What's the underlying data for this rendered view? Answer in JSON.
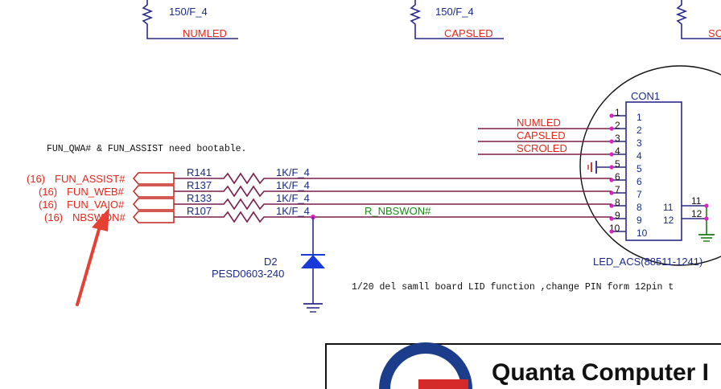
{
  "top_resistors": [
    {
      "value": "150/F_4",
      "net": "NUMLED"
    },
    {
      "value": "150/F_4",
      "net": "CAPSLED"
    },
    {
      "value": "",
      "net": "SC"
    }
  ],
  "note_bootable": "FUN_QWA# & FUN_ASSIST need bootable.",
  "ports": [
    {
      "page": "(16)",
      "name": "FUN_ASSIST#",
      "ref": "R141",
      "value": "1K/F_4"
    },
    {
      "page": "(16)",
      "name": "FUN_WEB#",
      "ref": "R137",
      "value": "1K/F_4"
    },
    {
      "page": "(16)",
      "name": "FUN_VAIO#",
      "ref": "R133",
      "value": "1K/F_4"
    },
    {
      "page": "(16)",
      "name": "NBSWON#",
      "ref": "R107",
      "value": "1K/F_4"
    }
  ],
  "net_label_green": "R_NBSWON#",
  "diode": {
    "ref": "D2",
    "part": "PESD0603-240"
  },
  "connector": {
    "ref": "CON1",
    "part": "LED_ACS(88511-1241)",
    "left_pins": [
      "1",
      "2",
      "3",
      "4",
      "5",
      "6",
      "7",
      "8",
      "9",
      "10"
    ],
    "right_pins": [
      "11",
      "12"
    ],
    "outside_pins": [
      "1",
      "2",
      "3",
      "4",
      "5",
      "6",
      "7",
      "8",
      "9",
      "10"
    ],
    "outside_right": [
      "11",
      "12"
    ],
    "nets": [
      "NUMLED",
      "CAPSLED",
      "SCROLED"
    ]
  },
  "note_pin": "1/20 del samll board LID function ,change PIN form 12pin t",
  "title_block": {
    "company": "Quanta Computer I"
  },
  "colors": {
    "net_red": "#e8261a",
    "component_navy": "#1a2a8a",
    "wire": "#7a1f4a",
    "green": "#1a8a1a",
    "pin": "#e020c0",
    "logo_navy": "#1c3c8c",
    "logo_red": "#d42a2a"
  }
}
